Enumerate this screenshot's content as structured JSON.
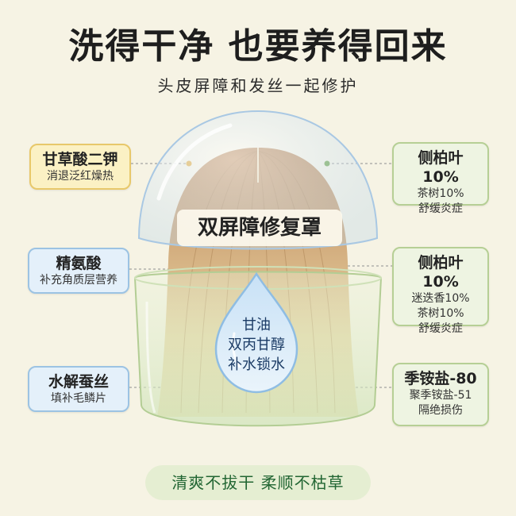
{
  "title": "洗得干净 也要养得回来",
  "subtitle": "头皮屏障和发丝一起修护",
  "left_cards": [
    {
      "name": "甘草酸二钾",
      "desc": "消退泛红燥热"
    },
    {
      "name": "精氨酸",
      "desc": "补充角质层营养"
    },
    {
      "name": "水解蚕丝",
      "desc": "填补毛鳞片"
    }
  ],
  "right_cards": [
    {
      "line1": "侧柏叶10%",
      "line2": "茶树10%",
      "line3": "舒缓炎症"
    },
    {
      "line1": "侧柏叶10%",
      "line2": "迷迭香10%",
      "line3": "茶树10%",
      "line4": "舒缓炎症"
    },
    {
      "line1": "季铵盐-80",
      "line2": "聚季铵盐-51",
      "line3": "隔绝损伤"
    }
  ],
  "dome_label": "双屏障修复罩",
  "droplet": {
    "line1": "甘油",
    "line2": "双丙甘醇",
    "line3": "补水锁水"
  },
  "bottom_pill": "清爽不拔干 柔顺不枯草",
  "colors": {
    "background": "#f6f3e4",
    "yellow_card": "#fbf1c4",
    "blue_card": "#e4f0fa",
    "green_card": "#eef4e2",
    "pill": "#e5eed2"
  }
}
